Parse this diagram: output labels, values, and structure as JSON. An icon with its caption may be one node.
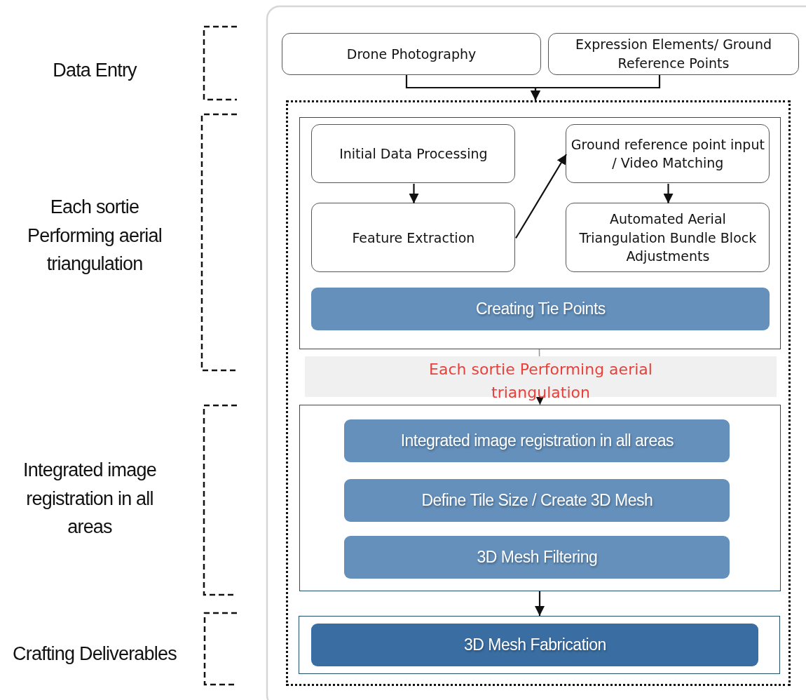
{
  "diagram": {
    "nodes": [
      {
        "text": [
          "Drone Photography"
        ]
      },
      {
        "text": [
          "Expression Elements/ Ground Reference Points"
        ]
      },
      {
        "text": [],
        "shape": "box"
      },
      {
        "text": [],
        "shape": "box",
        "in": 2
      },
      {
        "text": [
          "Initial Data Processing"
        ],
        "in": 3
      },
      {
        "text": [
          "Ground reference point input / Video Matching"
        ],
        "in": 3
      },
      {
        "text": [
          "Feature Extraction"
        ],
        "in": 3
      },
      {
        "text": [
          "Automated Aerial Triangulation Bundle Block Adjustments"
        ],
        "in": 3
      },
      {
        "text": [
          "Creating Tie Points"
        ],
        "in": 3
      },
      {
        "text": [],
        "shape": "box",
        "in": 2
      },
      {
        "text": [
          "Integrated image registration in all areas"
        ],
        "in": 9
      },
      {
        "text": [
          "Define Tile Size / Create 3D Mesh"
        ],
        "in": 9
      },
      {
        "text": [
          "3D Mesh Filtering"
        ],
        "in": 9
      },
      {
        "text": [],
        "shape": "box",
        "in": 2
      },
      {
        "text": [
          "3D Mesh Fabrication"
        ],
        "in": 13
      }
    ],
    "edges": [
      {
        "from": 0,
        "to": 2,
        "arrow": "to"
      },
      {
        "from": 1,
        "to": 2,
        "arrow": "to"
      },
      {
        "from": 4,
        "to": 6,
        "arrow": "to"
      },
      {
        "from": 6,
        "to": 5,
        "arrow": "to"
      },
      {
        "from": 5,
        "to": 7,
        "arrow": "to"
      },
      {
        "from": 3,
        "to": 9,
        "arrow": "to",
        "color": "#999999",
        "label": "Each sortie Performing aerial triangulation"
      },
      {
        "from": 9,
        "to": 13,
        "arrow": "to"
      }
    ],
    "labels": [
      "Data Entry",
      "Each sortie Performing aerial triangulation",
      "Integrated image registration in all areas",
      "Crafting Deliverables"
    ]
  }
}
